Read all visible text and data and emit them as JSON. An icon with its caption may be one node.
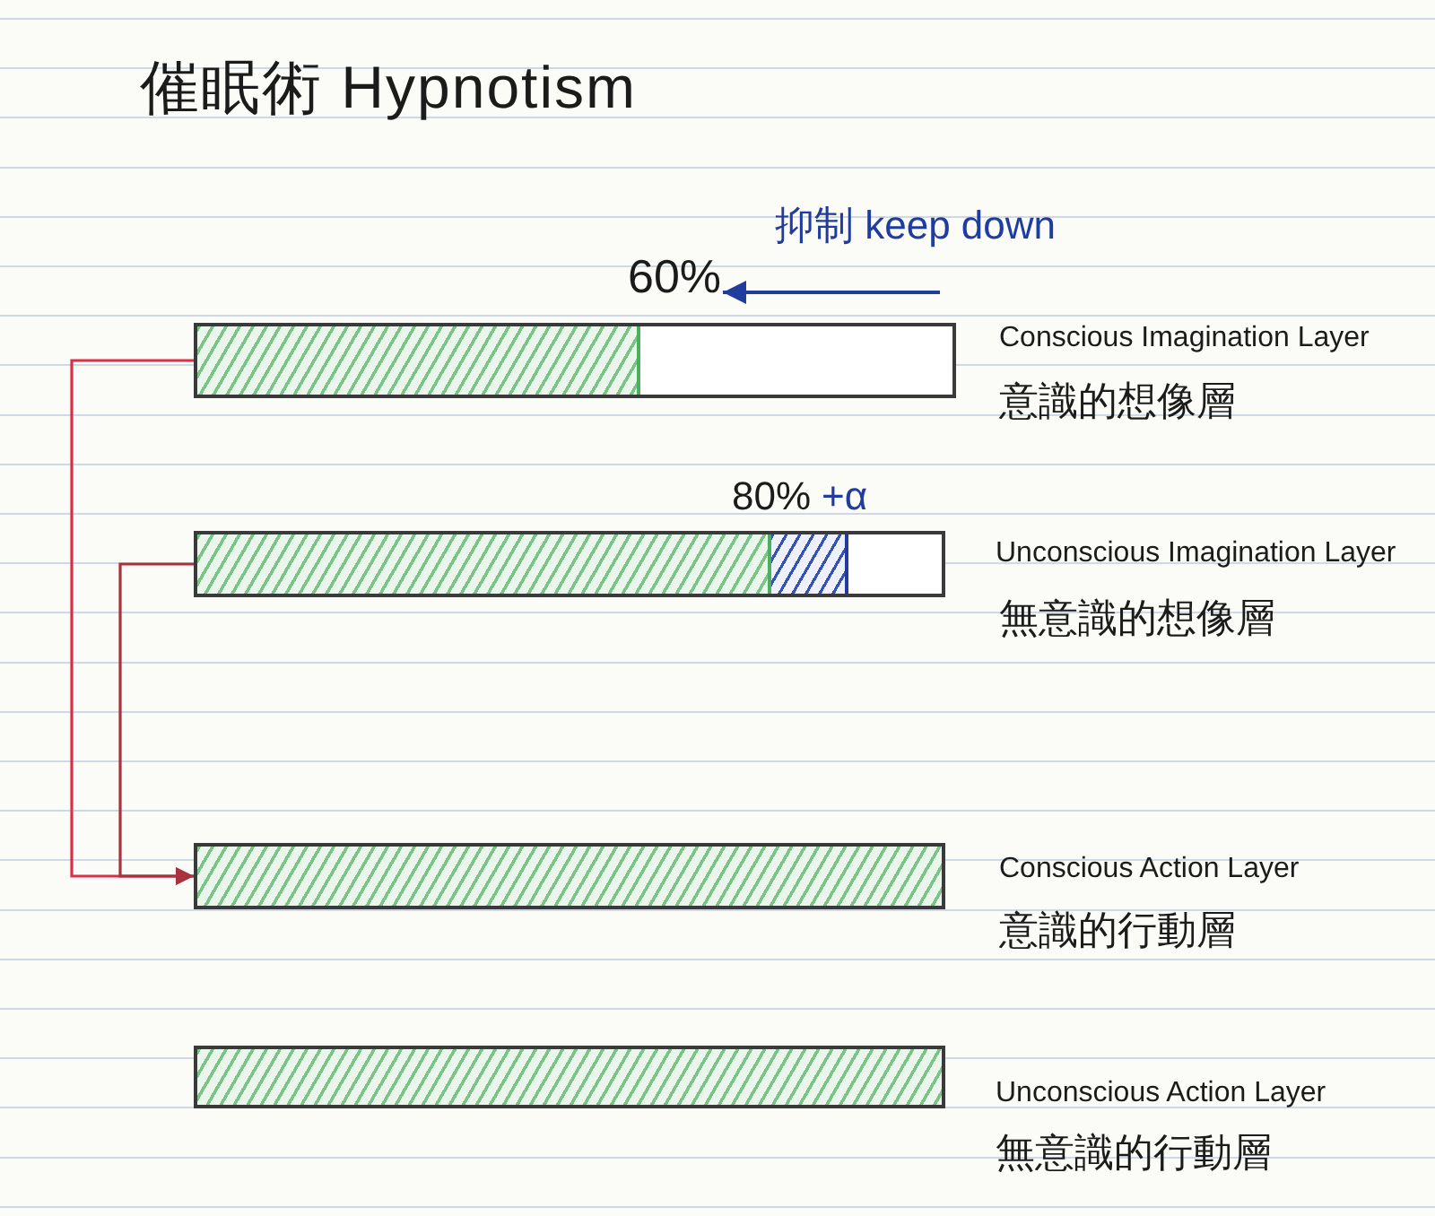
{
  "diagram": {
    "title": "催眠術 Hypnotism",
    "nodes": [
      {
        "text": [
          "60%"
        ]
      },
      {
        "text": [],
        "shape": "bar",
        "beside": [
          "Conscious Imagination Layer",
          "意識的想像層"
        ]
      },
      {
        "text": [],
        "shape": "bar",
        "beside": [
          "Unconscious Imagination Layer",
          "無意識的想像層"
        ]
      },
      {
        "text": [],
        "shape": "bar",
        "beside": [
          "Conscious Action Layer",
          "意識的行動層"
        ]
      },
      {
        "text": [],
        "shape": "bar",
        "beside": [
          "Unconscious Action Layer",
          "無意識的行動層"
        ]
      }
    ],
    "edges": [
      {
        "from": null,
        "to": 0,
        "arrow": "to",
        "label": "抑制 keep down",
        "color": "#1f3c9e"
      },
      {
        "from": 1,
        "to": 3,
        "arrow": "to",
        "color": "#d93049"
      },
      {
        "from": 2,
        "to": 3,
        "arrow": "to",
        "color": "#a8323f"
      }
    ],
    "labels": [
      "80%",
      "+α"
    ]
  }
}
